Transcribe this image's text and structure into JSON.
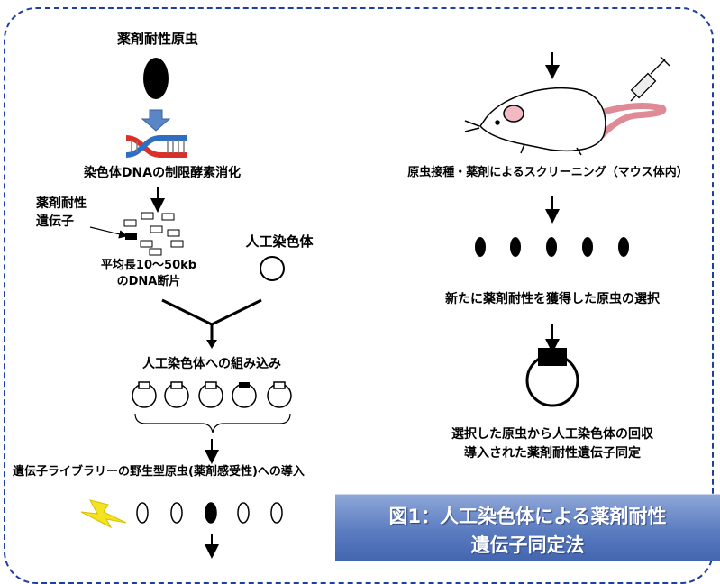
{
  "colors": {
    "border": "#1f3fa0",
    "arrow_blue": "#5b86c6",
    "dna_red": "#d9302a",
    "dna_blue": "#2f6ec5",
    "lightning": "#f4e321",
    "banner_text": "#ffffff"
  },
  "labels": {
    "drug_resistant_parasite": "薬剤耐性原虫",
    "restriction_digest": "染色体DNAの制限酵素消化",
    "resistance_gene_line1": "薬剤耐性",
    "resistance_gene_line2": "遺伝子",
    "fragment_line1": "平均長10～50kb",
    "fragment_line2": "のDNA断片",
    "artificial_chromosome": "人工染色体",
    "incorporation": "人工染色体への組み込み",
    "library_introduction": "遺伝子ライブラリーの野生型原虫(薬剤感受性)への導入",
    "screening": "原虫接種・薬剤によるスクリーニング（マウス体内）",
    "selection": "新たに薬剤耐性を獲得した原虫の選択",
    "recovery_line1": "選択した原虫から人工染色体の回収",
    "recovery_line2": "導入された薬剤耐性遺伝子同定"
  },
  "title": {
    "line1": "図1：人工染色体による薬剤耐性",
    "line2": "遺伝子同定法"
  },
  "icons": {
    "parasite": "black-oval-icon",
    "dna": "dna-double-helix-icon",
    "mouse": "mouse-icon",
    "syringe": "syringe-icon",
    "lightning": "lightning-bolt-icon"
  }
}
